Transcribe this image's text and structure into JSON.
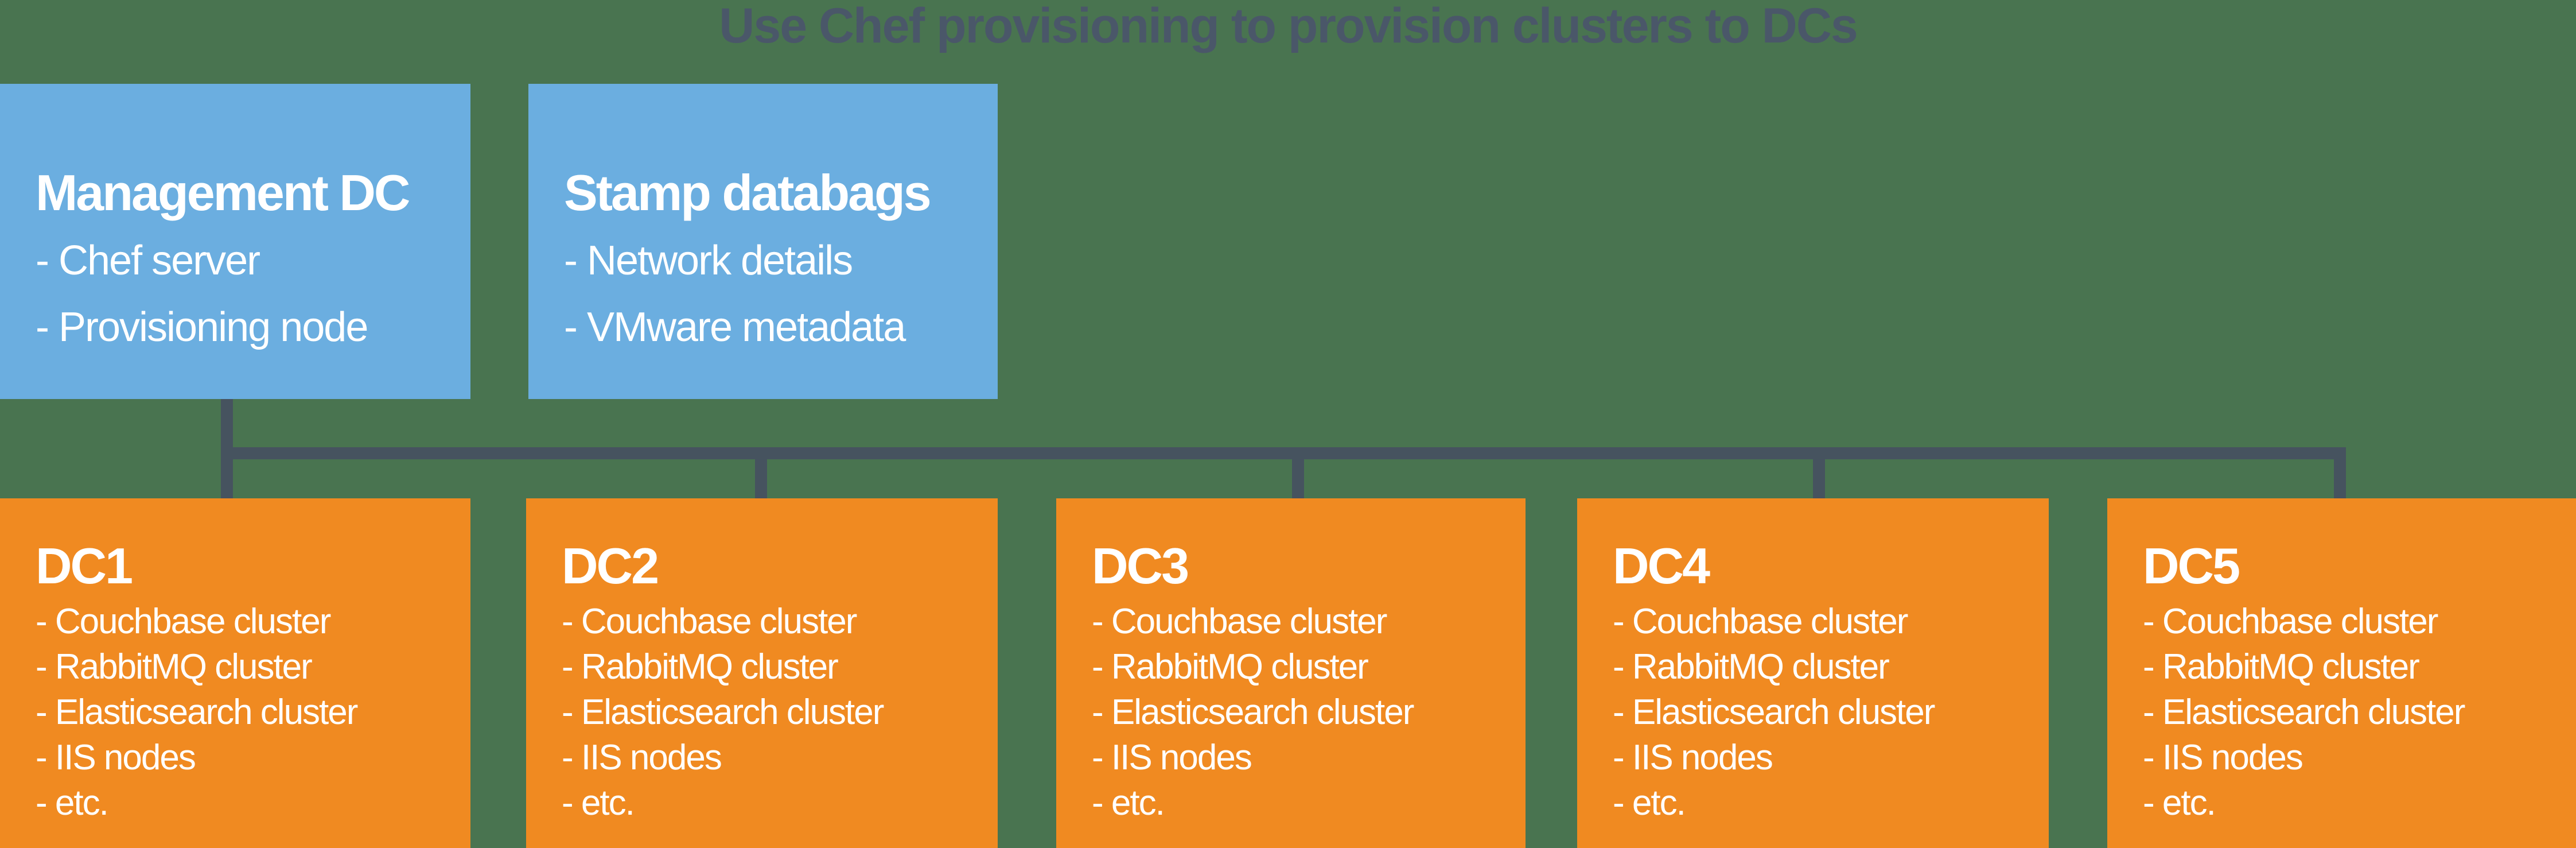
{
  "title": "Use Chef provisioning to provision clusters to DCs",
  "colors": {
    "background": "#497450",
    "box_blue": "#6BAEE0",
    "box_orange": "#F08A21",
    "connector": "#46535F",
    "title_text": "#4A5769",
    "box_text": "#FFFFFF"
  },
  "blue_boxes": [
    {
      "heading": "Management DC",
      "items": [
        "- Chef server",
        "- Provisioning node"
      ]
    },
    {
      "heading": "Stamp databags",
      "items": [
        "- Network details",
        "- VMware metadata"
      ]
    }
  ],
  "orange_boxes": [
    {
      "heading": "DC1",
      "items": [
        "- Couchbase cluster",
        "- RabbitMQ cluster",
        "- Elasticsearch cluster",
        "- IIS nodes",
        "- etc."
      ]
    },
    {
      "heading": "DC2",
      "items": [
        "- Couchbase cluster",
        "- RabbitMQ cluster",
        "- Elasticsearch cluster",
        "- IIS nodes",
        "- etc."
      ]
    },
    {
      "heading": "DC3",
      "items": [
        "- Couchbase cluster",
        "- RabbitMQ cluster",
        "- Elasticsearch cluster",
        "- IIS nodes",
        "- etc."
      ]
    },
    {
      "heading": "DC4",
      "items": [
        "- Couchbase cluster",
        "- RabbitMQ cluster",
        "- Elasticsearch cluster",
        "- IIS nodes",
        "- etc."
      ]
    },
    {
      "heading": "DC5",
      "items": [
        "- Couchbase cluster",
        "- RabbitMQ cluster",
        "- Elasticsearch cluster",
        "- IIS nodes",
        "- etc."
      ]
    }
  ]
}
